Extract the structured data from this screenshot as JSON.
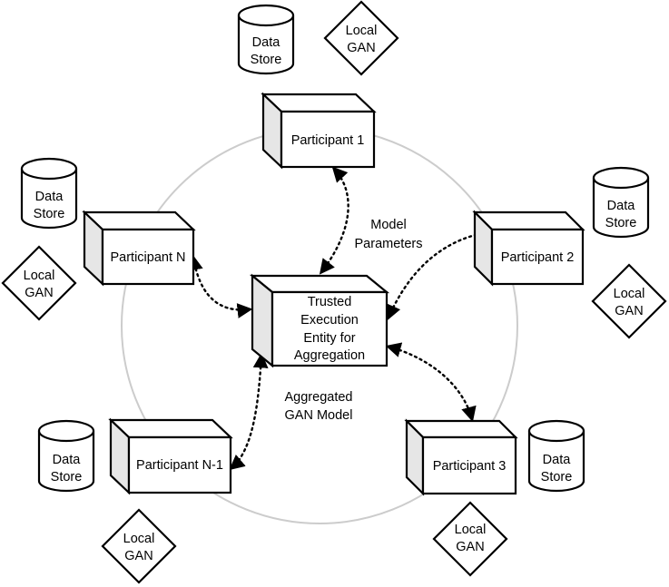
{
  "colors": {
    "model_parameters": "#1a88e0",
    "aggregated_model": "#22bb22",
    "ring": "#cccccc",
    "side_face": "#e6e6e6"
  },
  "center": {
    "lines": [
      "Trusted",
      "Execution",
      "Entity for",
      "Aggregation"
    ]
  },
  "participants": [
    {
      "id": "p1",
      "label": "Participant 1"
    },
    {
      "id": "p2",
      "label": "Participant 2"
    },
    {
      "id": "p3",
      "label": "Participant 3"
    },
    {
      "id": "pn1",
      "label": "Participant N-1"
    },
    {
      "id": "pn",
      "label": "Participant N"
    }
  ],
  "data_store": {
    "lines": [
      "Data",
      "Store"
    ]
  },
  "local_gan": {
    "lines": [
      "Local",
      "GAN"
    ]
  },
  "annotations": {
    "model_parameters": [
      "Model",
      "Parameters"
    ],
    "aggregated_model": [
      "Aggregated",
      "GAN Model"
    ]
  }
}
